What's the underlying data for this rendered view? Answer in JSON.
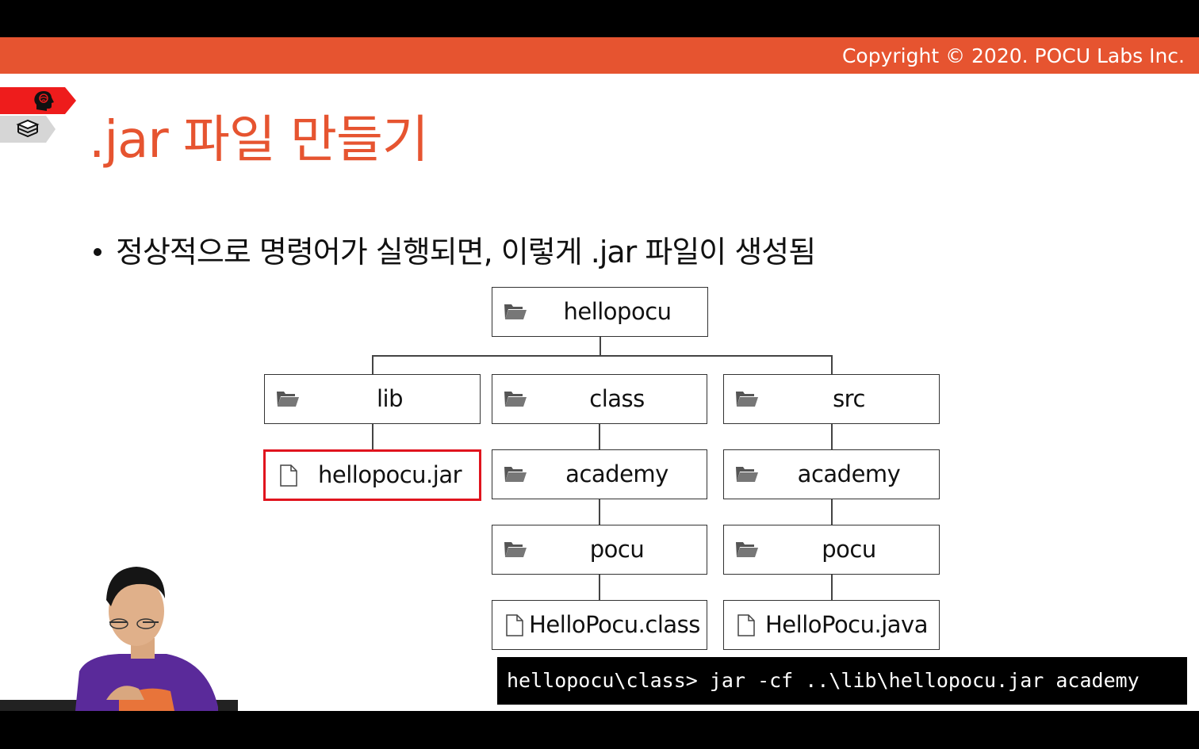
{
  "header": {
    "copyright": "Copyright © 2020. POCU Labs Inc."
  },
  "nav": {
    "tab1_icon": "brain-head-icon",
    "tab2_icon": "books-stack-icon"
  },
  "slide": {
    "title": ".jar 파일 만들기",
    "bullet": "정상적으로 명령어가 실행되면, 이렇게 .jar 파일이 생성됨"
  },
  "tree": {
    "root": "hellopocu",
    "lib": "lib",
    "class": "class",
    "src": "src",
    "jar": "hellopocu.jar",
    "class_academy": "academy",
    "class_pocu": "pocu",
    "class_file": "HelloPocu.class",
    "src_academy": "academy",
    "src_pocu": "pocu",
    "src_file": "HelloPocu.java"
  },
  "command": "hellopocu\\class> jar -cf ..\\lib\\hellopocu.jar academy",
  "colors": {
    "accent": "#e65430",
    "highlight": "#e0141e"
  }
}
